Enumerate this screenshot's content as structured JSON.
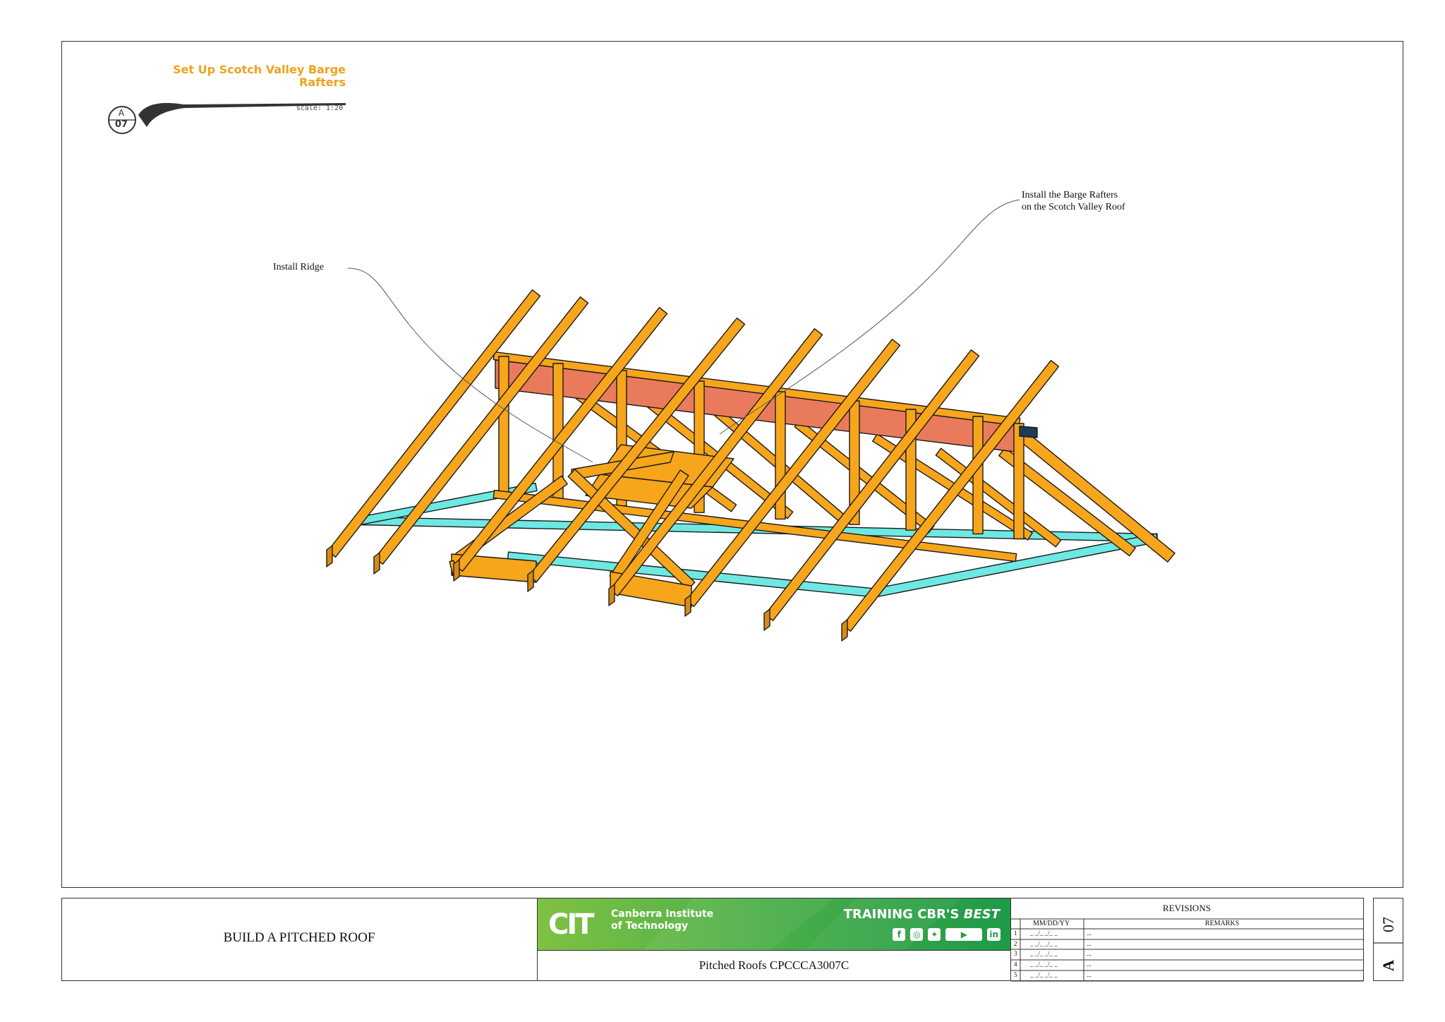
{
  "view": {
    "title": "Set Up Scotch Valley Barge\nRafters",
    "callout_letter": "A",
    "callout_number": "07",
    "scale": "scale: 1:20"
  },
  "annotations": {
    "ridge": "Install Ridge",
    "barge": "Install the Barge Rafters\non the Scotch Valley Roof"
  },
  "colors": {
    "timber": "#f7a51b",
    "ridge_board": "#e97b5c",
    "wall_plate": "#6ee8e3",
    "title_orange": "#f0a21d"
  },
  "title_block": {
    "project": "BUILD A PITCHED ROOF",
    "course": "Pitched Roofs CPCCCA3007C",
    "institute": "Canberra Institute\nof Technology",
    "logo_text": "CIT",
    "slogan_prefix": "TRAINING CBR'S ",
    "slogan_emphasis": "BEST",
    "socials": [
      "facebook-icon",
      "instagram-icon",
      "twitter-icon",
      "youtube-icon",
      "linkedin-icon"
    ],
    "revisions": {
      "title": "REVISIONS",
      "col_date": "MM/DD/YY",
      "col_remarks": "REMARKS",
      "rows": [
        {
          "n": "1",
          "date": "_ _/_ _/_ _",
          "remarks": "..."
        },
        {
          "n": "2",
          "date": "_ _/_ _/_ _",
          "remarks": "..."
        },
        {
          "n": "3",
          "date": "_ _/_ _/_ _",
          "remarks": "..."
        },
        {
          "n": "4",
          "date": "_ _/_ _/_ _",
          "remarks": "..."
        },
        {
          "n": "5",
          "date": "_ _/_ _/_ _",
          "remarks": "..."
        }
      ]
    },
    "sheet_number": "07",
    "sheet_letter": "A"
  }
}
